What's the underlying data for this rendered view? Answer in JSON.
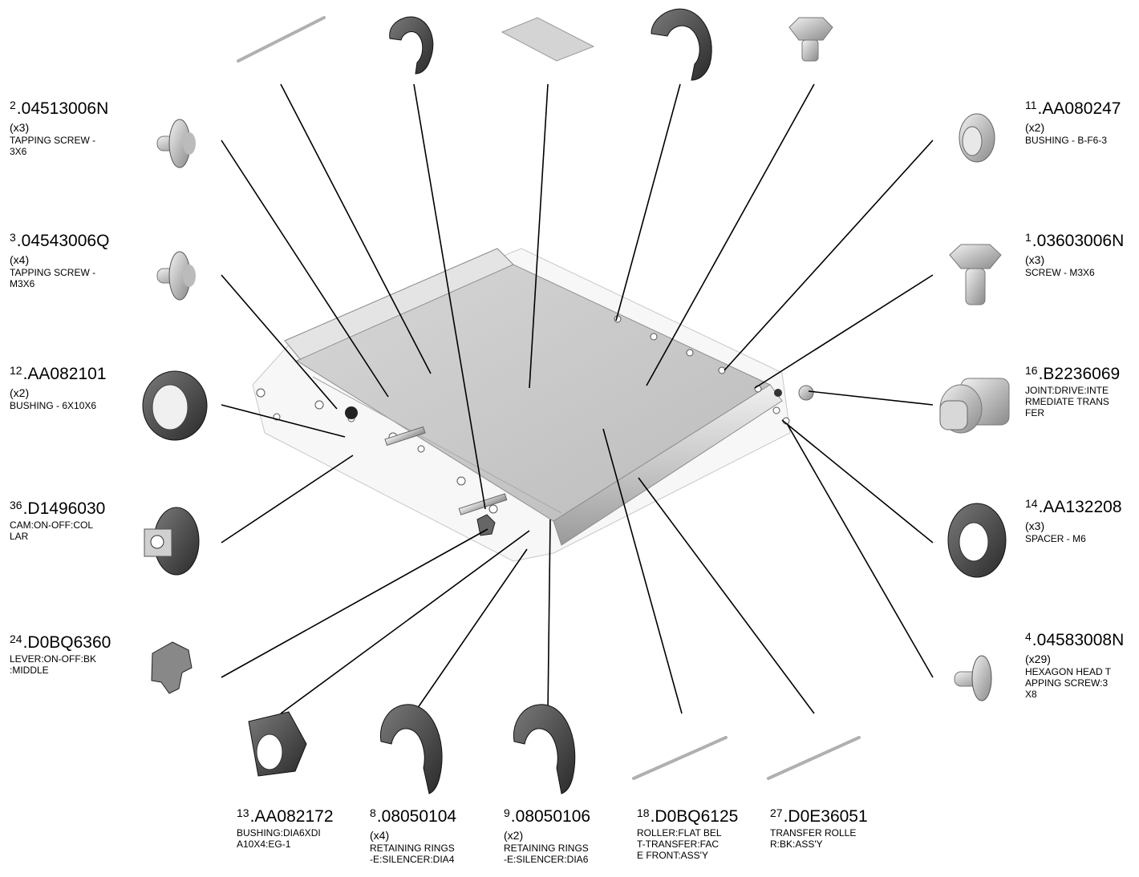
{
  "parts": [
    {
      "id": "p2",
      "num": "2",
      "part_no": "04513006N",
      "qty": "(x3)",
      "desc": "TAPPING SCREW -\n 3X6"
    },
    {
      "id": "p3",
      "num": "3",
      "part_no": "04543006Q",
      "qty": "(x4)",
      "desc": "TAPPING SCREW -\n M3X6"
    },
    {
      "id": "p12",
      "num": "12",
      "part_no": "AA082101",
      "qty": "(x2)",
      "desc": "BUSHING - 6X10X6"
    },
    {
      "id": "p36",
      "num": "36",
      "part_no": "D1496030",
      "qty": "",
      "desc": "CAM:ON-OFF:COL\nLAR"
    },
    {
      "id": "p24",
      "num": "24",
      "part_no": "D0BQ6360",
      "qty": "",
      "desc": "LEVER:ON-OFF:BK\n:MIDDLE"
    },
    {
      "id": "p11",
      "num": "11",
      "part_no": "AA080247",
      "qty": "(x2)",
      "desc": "BUSHING - B-F6-3"
    },
    {
      "id": "p1",
      "num": "1",
      "part_no": "03603006N",
      "qty": "(x3)",
      "desc": "SCREW - M3X6"
    },
    {
      "id": "p16",
      "num": "16",
      "part_no": "B2236069",
      "qty": "",
      "desc": "JOINT:DRIVE:INTE\nRMEDIATE TRANS\nFER"
    },
    {
      "id": "p14",
      "num": "14",
      "part_no": "AA132208",
      "qty": "(x3)",
      "desc": "SPACER - M6"
    },
    {
      "id": "p4",
      "num": "4",
      "part_no": "04583008N",
      "qty": "(x29)",
      "desc": "HEXAGON HEAD T\nAPPING SCREW:3\nX8"
    },
    {
      "id": "p13",
      "num": "13",
      "part_no": "AA082172",
      "qty": "",
      "desc": "BUSHING:DIA6XDI\nA10X4:EG-1"
    },
    {
      "id": "p8",
      "num": "8",
      "part_no": "08050104",
      "qty": "(x4)",
      "desc": "RETAINING RINGS\n-E:SILENCER:DIA4"
    },
    {
      "id": "p9",
      "num": "9",
      "part_no": "08050106",
      "qty": "(x2)",
      "desc": "RETAINING RINGS\n-E:SILENCER:DIA6"
    },
    {
      "id": "p18",
      "num": "18",
      "part_no": "D0BQ6125",
      "qty": "",
      "desc": "ROLLER:FLAT BEL\nT-TRANSFER:FAC\nE FRONT:ASS'Y"
    },
    {
      "id": "p27",
      "num": "27",
      "part_no": "D0E36051",
      "qty": "",
      "desc": "TRANSFER ROLLE\nR:BK:ASS'Y"
    }
  ]
}
